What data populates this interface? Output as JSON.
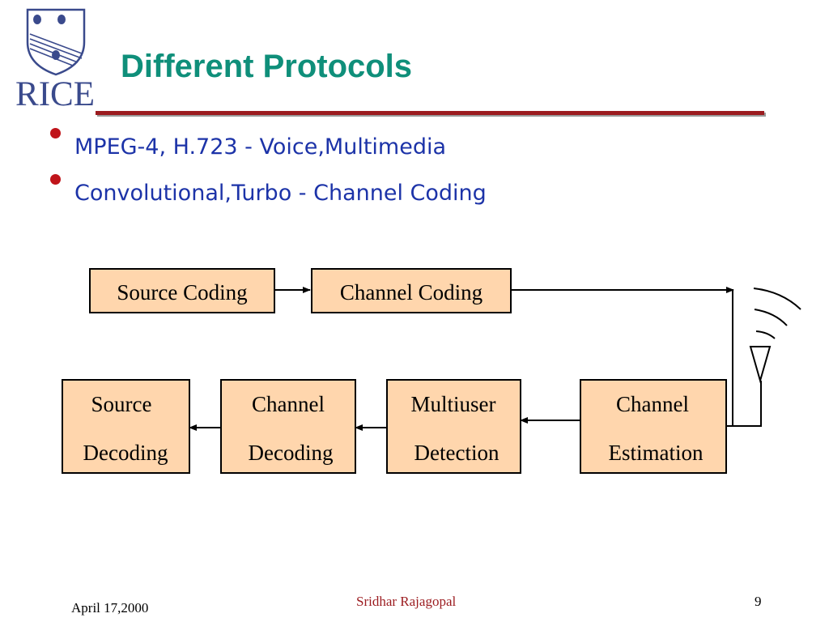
{
  "logo": {
    "text": "RICE"
  },
  "slide": {
    "title": "Different Protocols"
  },
  "bullets": [
    "MPEG-4, H.723 - Voice,Multimedia",
    "Convolutional,Turbo - Channel Coding"
  ],
  "diagram": {
    "source_coding": "Source Coding",
    "channel_coding": "Channel Coding",
    "source_decoding": [
      "Source",
      "Decoding"
    ],
    "channel_decoding": [
      "Channel",
      "Decoding"
    ],
    "multiuser_detection": [
      "Multiuser",
      "Detection"
    ],
    "channel_estimation": [
      "Channel",
      "Estimation"
    ]
  },
  "colors": {
    "title": "#0f8f7a",
    "bullet_text": "#1c33a8",
    "bullet_dot": "#c0141a",
    "rule": "#9b1b1f",
    "block_fill": "#ffd6ad",
    "footer_author": "#9b1b1f"
  },
  "footer": {
    "date": "April 17,2000",
    "author": "Sridhar Rajagopal",
    "page": "9"
  }
}
